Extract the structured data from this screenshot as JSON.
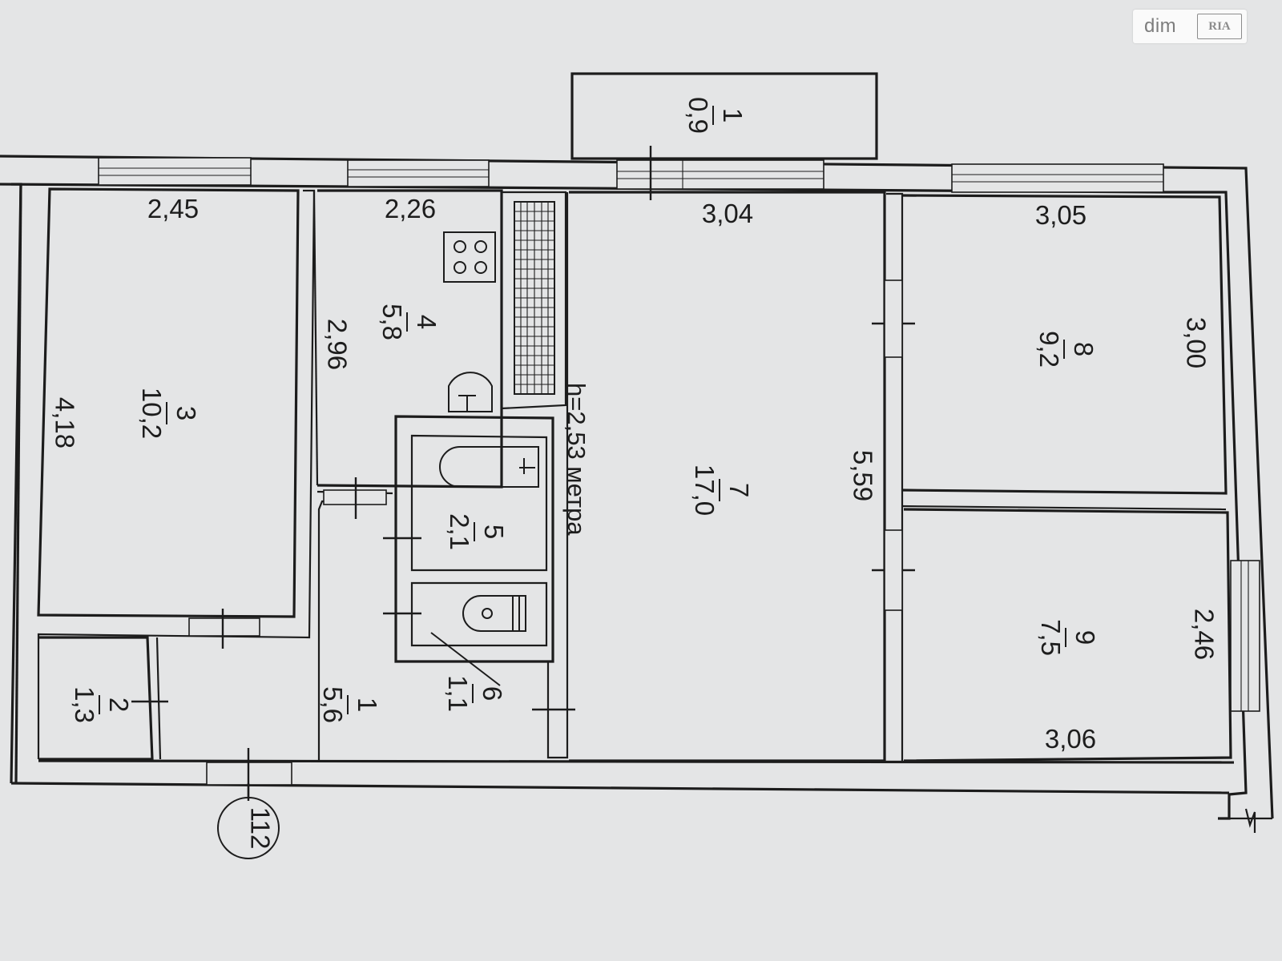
{
  "brand": {
    "site": "dim",
    "logo_text": "RIA",
    "logo_icon": "ria-logo-icon"
  },
  "plan": {
    "ceiling_height": "h=2,53 метра",
    "building_number": "112",
    "rooms": [
      {
        "key": "r1b",
        "number": "1",
        "area": "0,9"
      },
      {
        "key": "r3",
        "number": "3",
        "area": "10,2"
      },
      {
        "key": "r4",
        "number": "4",
        "area": "5,8"
      },
      {
        "key": "r5",
        "number": "5",
        "area": "2,1"
      },
      {
        "key": "r7",
        "number": "7",
        "area": "17,0"
      },
      {
        "key": "r8",
        "number": "8",
        "area": "9,2"
      },
      {
        "key": "r9",
        "number": "9",
        "area": "7,5"
      },
      {
        "key": "r2",
        "number": "2",
        "area": "1,3"
      },
      {
        "key": "r1",
        "number": "1",
        "area": "5,6"
      },
      {
        "key": "r6",
        "number": "6",
        "area": "1,1"
      }
    ],
    "dimensions": [
      "2,45",
      "2,26",
      "3,04",
      "3,05",
      "4,18",
      "2,96",
      "5,59",
      "3,00",
      "2,46",
      "3,06"
    ],
    "icons": [
      "stove-icon",
      "sink-icon",
      "bathtub-icon",
      "toilet-icon",
      "ventilation-grid-icon"
    ]
  }
}
